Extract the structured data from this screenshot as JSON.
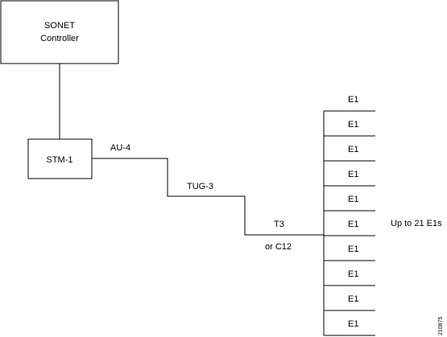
{
  "nodes": {
    "sonet_controller": {
      "line1": "SONET",
      "line2": "Controller"
    },
    "stm1": {
      "label": "STM-1"
    }
  },
  "links": {
    "au4": "AU-4",
    "tug3": "TUG-3",
    "t3": "T3",
    "c12": "or C12"
  },
  "e1_ports": [
    "E1",
    "E1",
    "E1",
    "E1",
    "E1",
    "E1",
    "E1",
    "E1",
    "E1",
    "E1"
  ],
  "e1_note": "Up to 21 E1s",
  "figure_id": "210875"
}
